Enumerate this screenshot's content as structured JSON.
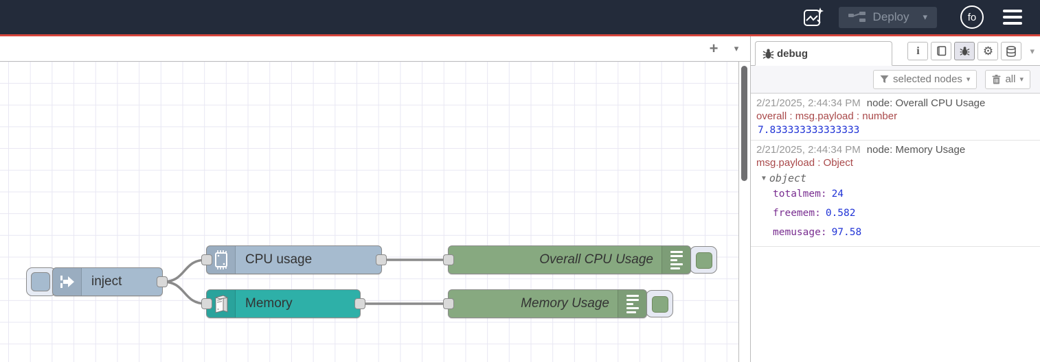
{
  "header": {
    "deploy_label": "Deploy",
    "avatar_label": "fo"
  },
  "workspace_tabbar": {
    "add_flow_label": "+"
  },
  "glyphs": {
    "caret": "▾",
    "tree_caret": "▼",
    "info": "i",
    "gear": "⚙"
  },
  "canvas": {
    "nodes": [
      {
        "label": "inject"
      },
      {
        "label": "CPU usage"
      },
      {
        "label": "Memory"
      },
      {
        "label": "Overall CPU Usage"
      },
      {
        "label": "Memory Usage"
      }
    ]
  },
  "debug_panel": {
    "tab_label": "debug",
    "filter_label": "selected nodes",
    "clear_label": "all",
    "messages": [
      {
        "timestamp": "2/21/2025, 2:44:34 PM",
        "node": "node: Overall CPU Usage",
        "property": "overall : msg.payload : number",
        "value": "7.833333333333333"
      },
      {
        "timestamp": "2/21/2025, 2:44:34 PM",
        "node": "node: Memory Usage",
        "property": "msg.payload : Object",
        "object_label": "object",
        "fields": [
          {
            "key": "totalmem:",
            "value": "24"
          },
          {
            "key": "freemem:",
            "value": "0.582"
          },
          {
            "key": "memusage:",
            "value": "97.58"
          }
        ]
      }
    ]
  },
  "colors": {
    "header_bg": "#232b3a",
    "accent_red": "#d6453c",
    "inject_node": "#a6bbcf",
    "memory_node": "#2eb0a8",
    "debug_node": "#87a980",
    "key_purple": "#792e90",
    "value_blue": "#2033d6",
    "property_red": "#a9494a"
  }
}
